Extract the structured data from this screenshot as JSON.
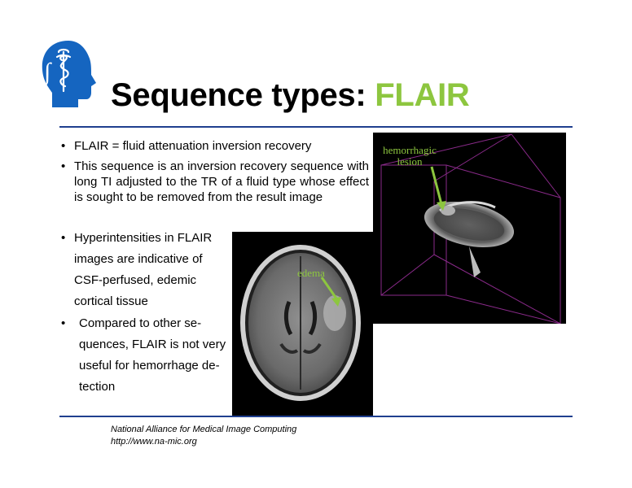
{
  "slide": {
    "title_main": "Sequence types: ",
    "title_accent": "FLAIR",
    "bullets": [
      "FLAIR = fluid attenuation inversion recovery",
      "This sequence is an inversion recovery sequence with long TI adjusted to the TR of a fluid type whose effect is sought to be removed from the result image",
      "Hyperintensities in FLAIR images are indicative of CSF-perfused, edemic cortical tissue",
      "Compared to other se- quences, FLAIR is not very useful for hemorrhage de- tection"
    ],
    "bullet_marker": "•",
    "image_labels": {
      "edema": "edema",
      "lesion_line1": "hemorrhagic",
      "lesion_line2": "lesion"
    }
  },
  "footer": {
    "org": "National Alliance for Medical Image Computing",
    "url": "http://www.na-mic.org"
  },
  "colors": {
    "accent": "#8dc63f",
    "rule": "#1f3f8f",
    "logo": "#1565c0",
    "box_edges": "#8a2a8a"
  },
  "icons": {
    "logo": "head-profile-caduceus-icon"
  }
}
